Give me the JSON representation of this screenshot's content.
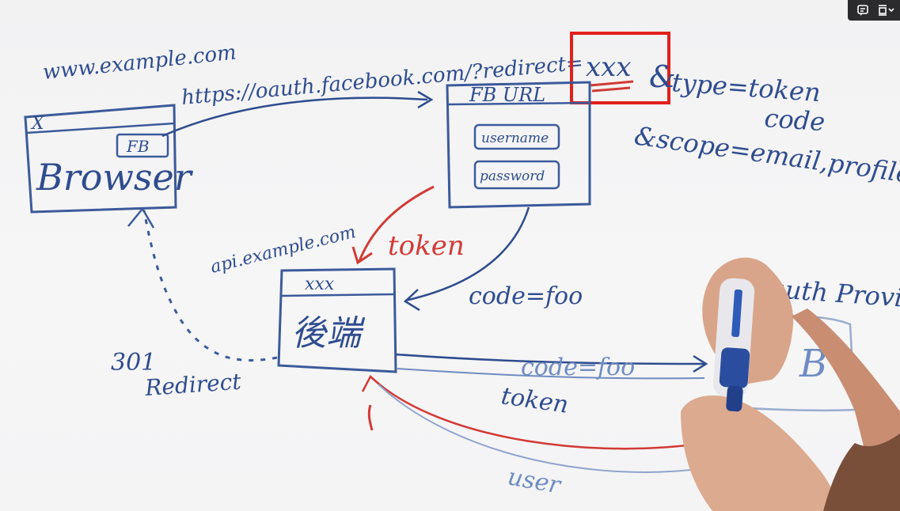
{
  "whiteboard": {
    "site_url": "www.example.com",
    "oauth_url": "https://oauth.facebook.com/?redirect=",
    "redirect_value": "xxx",
    "amp_type": "&",
    "type_param": "type=token",
    "type_alt": "code",
    "scope_param": "&scope=email,profile",
    "browser": {
      "tab_x": "X",
      "button": "FB",
      "title": "Browser"
    },
    "fb_box": {
      "title": "FB URL",
      "username_field": "username",
      "password_field": "password"
    },
    "backend": {
      "domain": "api.example.com",
      "header": "xxx",
      "label": "後端"
    },
    "token_label": "token",
    "code_foo_1": "code=foo",
    "code_foo_2": "code=foo",
    "token_label_2": "token",
    "user_label": "user",
    "redirect_code": "301",
    "redirect_label": "Redirect",
    "provider_label": "Oauth Provider",
    "provider_box_label": "B",
    "colors": {
      "marker_blue": "#2f4c8e",
      "marker_red": "#d23a35",
      "highlight_box": "#e0201c"
    }
  },
  "player_controls": {
    "icons": [
      "comment-icon",
      "fit-screen-icon",
      "chevron-down-icon"
    ]
  }
}
